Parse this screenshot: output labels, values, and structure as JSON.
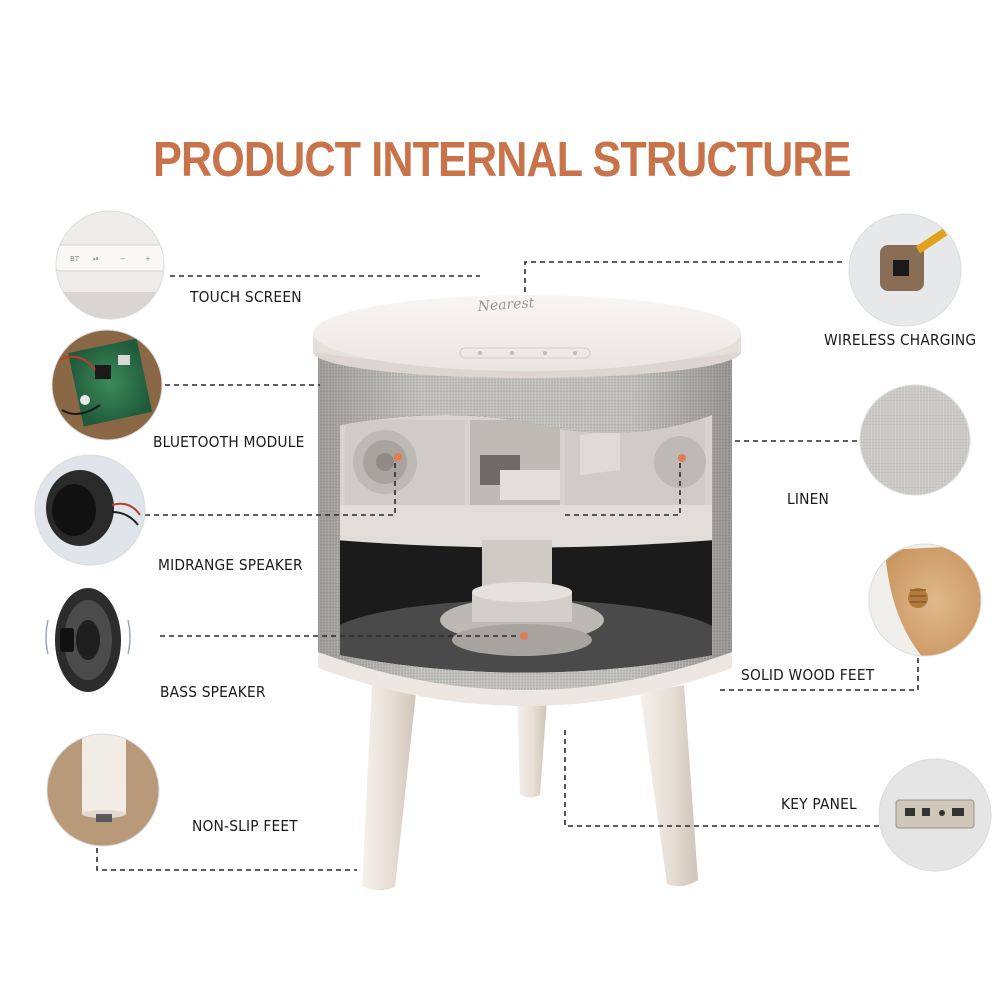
{
  "title": "PRODUCT INTERNAL STRUCTURE",
  "colors": {
    "title": "#c8734a",
    "linen": "#bdbcb8",
    "top": "#f3efec",
    "wood": "#ece4dc",
    "leader": "#2b2b2b"
  },
  "brand_mark": "Nearest",
  "labels": {
    "touch_screen": "TOUCH  SCREEN",
    "bluetooth_module": "BLUETOOTH MODULE",
    "midrange_speaker": "MIDRANGE SPEAKER",
    "bass_speaker": "BASS SPEAKER",
    "non_slip_feet": "NON-SLIP FEET",
    "wireless_charging": "WIRELESS CHARGING",
    "linen": "LINEN",
    "solid_wood_feet": "SOLID WOOD FEET",
    "key_panel": "KEY PANEL"
  },
  "touch_panel_icons": [
    "BT",
    "⏯",
    "−",
    "+"
  ],
  "icons": {
    "touch": "touch-panel-icon",
    "bluetooth": "circuit-board-icon",
    "midrange": "speaker-driver-icon",
    "bass": "woofer-icon",
    "nonslip": "rubber-foot-icon",
    "wireless": "charging-coil-icon",
    "linen": "fabric-swatch-icon",
    "wood": "wooden-leg-icon",
    "keypanel": "key-panel-icon"
  }
}
